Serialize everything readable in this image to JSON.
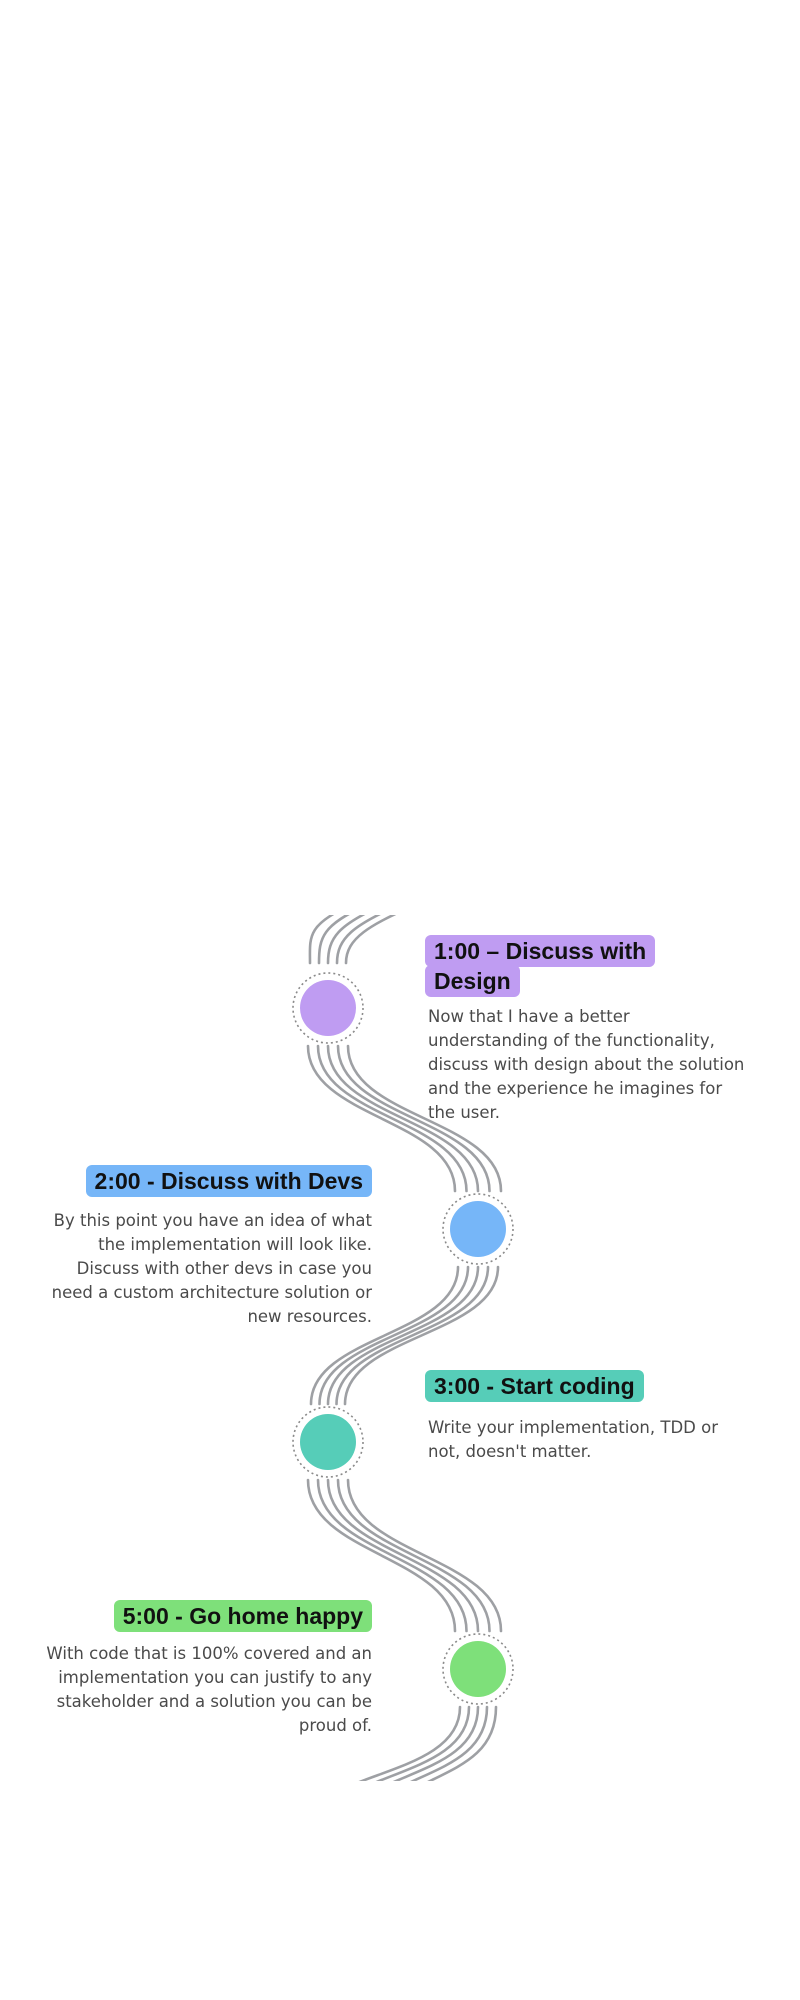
{
  "timeline": {
    "steps": [
      {
        "title": "1:00 – Discuss with Design",
        "description": "Now that I have a better understanding of the functionality, discuss with design about the solution and the experience he imagines for the user.",
        "color": "#bf9cf2",
        "side": "right"
      },
      {
        "title": "2:00 - Discuss with Devs",
        "description": "By this point you have an idea of what the implementation will look like. Discuss with other devs in case you need a custom architecture solution or new resources.",
        "color": "#76b6f8",
        "side": "left"
      },
      {
        "title": "3:00 - Start coding",
        "description": "Write your implementation, TDD or not, doesn't matter.",
        "color": "#56cdb8",
        "side": "right"
      },
      {
        "title": "5:00 - Go home happy",
        "description": "With code that is 100% covered and an implementation you can justify to any stakeholder and a solution you can be proud of.",
        "color": "#7ee07a",
        "side": "left"
      }
    ],
    "line_color": "#9ea0a4"
  }
}
